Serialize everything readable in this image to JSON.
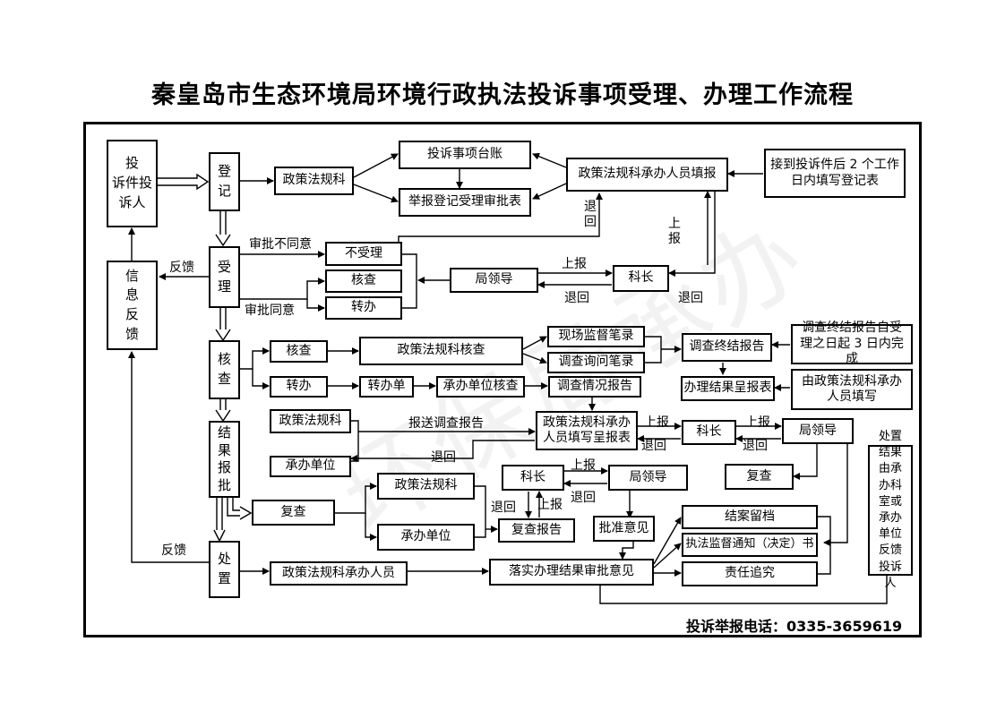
{
  "title": "秦皇岛市生态环境局环境行政执法投诉事项受理、办理工作流程",
  "phone": "投诉举报电话：0335-3659619",
  "watermark": "环保局承办",
  "nodes": {
    "complainant": [
      "投",
      "诉",
      "件",
      "投",
      "诉",
      "人"
    ],
    "register": [
      "登",
      "记"
    ],
    "accept": [
      "受",
      "理"
    ],
    "feedback": [
      "信",
      "息",
      "反",
      "馈"
    ],
    "verify": [
      "核",
      "查"
    ],
    "report": [
      "结",
      "果",
      "报",
      "批"
    ],
    "dispose": [
      "处",
      "置"
    ],
    "policy_dept": "政策法规科",
    "ledger": "投诉事项台账",
    "approval_form": "举报登记受理审批表",
    "handler_fill": "政策法规科承办人员填报",
    "fill_note": "接到投诉件后 2 个工作日内填写登记表",
    "not_accept": "不受理",
    "check": "核查",
    "transfer": "转办",
    "bureau_leader": "局领导",
    "section_chief": "科长",
    "check2": "核查",
    "policy_check": "政策法规科核查",
    "site_record": "现场监督笔录",
    "inquiry_record": "调查询问笔录",
    "final_report": "调查终结报告",
    "final_note": "调查终结报告自受理之日起 3 日内完成",
    "transfer2": "转办",
    "transfer_form": "转办单",
    "unit_check": "承办单位核查",
    "survey_report": "调查情况报告",
    "result_form": "办理结果呈报表",
    "result_note": "由政策法规科承办人员填写",
    "policy_dept2": "政策法规科",
    "undertaking_unit": "承办单位",
    "handler_report": "政策法规科承办人员填写呈报表",
    "section_chief2": "科长",
    "bureau_leader2": "局领导",
    "review_right": "复查",
    "disposal_note": "处置结果由承办科室或承办单位反馈投诉人",
    "section_chief3": "科长",
    "bureau_leader3": "局领导",
    "policy_dept3": "政策法规科",
    "undertaking_unit2": "承办单位",
    "review_left": "复查",
    "review_report": "复查报告",
    "approve_opinion": "批准意见",
    "archive": "结案留档",
    "supervise_notice": "执法监督通知（决定）书",
    "accountability": "责任追究",
    "handler": "政策法规科承办人员",
    "implement": "落实办理结果审批意见"
  },
  "labels": {
    "reject_approve": "审批不同意",
    "agree_approve": "审批同意",
    "feedback1": "反馈",
    "feedback2": "反馈",
    "return1": [
      "退",
      "回"
    ],
    "report_up1": [
      "上",
      "报"
    ],
    "report_up2": "上报",
    "return2": "退回",
    "return3": "退回",
    "send_report": "报送调查报告",
    "return4": "退回",
    "report_up3": "上报",
    "return5": "退回",
    "report_up4": "上报",
    "return6": "退回",
    "report_up5": "上报",
    "return7": "退回",
    "report_up6": "上报",
    "return8": "退回"
  }
}
